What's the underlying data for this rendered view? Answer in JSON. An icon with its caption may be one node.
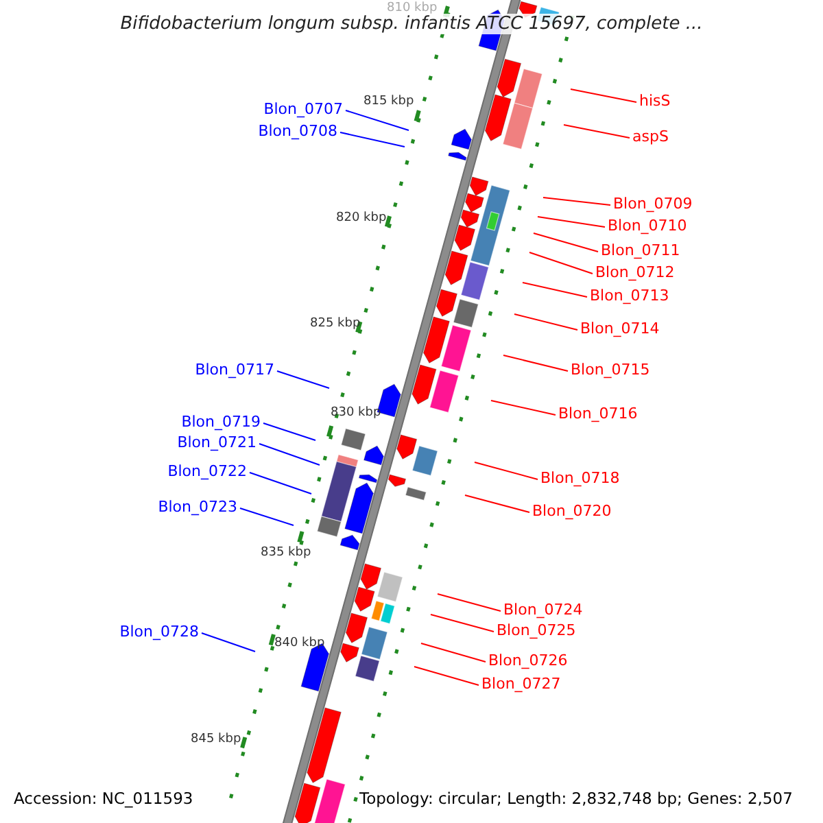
{
  "diagram": {
    "title": "Bifidobacterium longum subsp. infantis ATCC 15697, complete ...",
    "nodes": [
      {
        "text": [
          "hisS"
        ]
      },
      {
        "text": [
          "Blon_0707"
        ]
      },
      {
        "text": [
          "Blon_0708"
        ]
      },
      {
        "text": [
          "aspS"
        ]
      },
      {
        "text": [
          "Blon_0709"
        ]
      },
      {
        "text": [
          "Blon_0710"
        ]
      },
      {
        "text": [
          "Blon_0711"
        ]
      },
      {
        "text": [
          "Blon_0712"
        ]
      },
      {
        "text": [
          "Blon_0713"
        ]
      },
      {
        "text": [
          "Blon_0714"
        ]
      },
      {
        "text": [
          "Blon_0717"
        ]
      },
      {
        "text": [
          "Blon_0715"
        ]
      },
      {
        "text": [
          "Blon_0716"
        ]
      },
      {
        "text": [
          "Blon_0719"
        ]
      },
      {
        "text": [
          "Blon_0721"
        ]
      },
      {
        "text": [
          "Blon_0722"
        ]
      },
      {
        "text": [
          "Blon_0718"
        ]
      },
      {
        "text": [
          "Blon_0723"
        ]
      },
      {
        "text": [
          "Blon_0720"
        ]
      },
      {
        "text": [
          "Blon_0724"
        ]
      },
      {
        "text": [
          "Blon_0725"
        ]
      },
      {
        "text": [
          "Blon_0728"
        ]
      },
      {
        "text": [
          "Blon_0726"
        ]
      },
      {
        "text": [
          "Blon_0727"
        ]
      }
    ],
    "edges": [
      {
        "from": 0,
        "to": null,
        "arrow": "none"
      },
      {
        "from": 1,
        "to": null,
        "arrow": "none",
        "color": "#0000ff"
      },
      {
        "from": 2,
        "to": null,
        "arrow": "none",
        "color": "#0000ff"
      },
      {
        "from": 3,
        "to": null,
        "arrow": "none"
      },
      {
        "from": 4,
        "to": null,
        "arrow": "none"
      },
      {
        "from": 5,
        "to": null,
        "arrow": "none"
      },
      {
        "from": 6,
        "to": null,
        "arrow": "none"
      },
      {
        "from": 7,
        "to": null,
        "arrow": "none"
      },
      {
        "from": 8,
        "to": null,
        "arrow": "none"
      },
      {
        "from": 9,
        "to": null,
        "arrow": "none"
      },
      {
        "from": 10,
        "to": null,
        "arrow": "none",
        "color": "#0000ff"
      },
      {
        "from": 11,
        "to": null,
        "arrow": "none"
      },
      {
        "from": 12,
        "to": null,
        "arrow": "none"
      },
      {
        "from": 13,
        "to": null,
        "arrow": "none",
        "color": "#0000ff"
      },
      {
        "from": 14,
        "to": null,
        "arrow": "none",
        "color": "#0000ff"
      },
      {
        "from": 15,
        "to": null,
        "arrow": "none",
        "color": "#0000ff"
      },
      {
        "from": 16,
        "to": null,
        "arrow": "none"
      },
      {
        "from": 17,
        "to": null,
        "arrow": "none",
        "color": "#0000ff"
      },
      {
        "from": 18,
        "to": null,
        "arrow": "none"
      },
      {
        "from": 19,
        "to": null,
        "arrow": "none"
      },
      {
        "from": 20,
        "to": null,
        "arrow": "none"
      },
      {
        "from": 21,
        "to": null,
        "arrow": "none",
        "color": "#0000ff"
      },
      {
        "from": 22,
        "to": null,
        "arrow": "none"
      },
      {
        "from": 23,
        "to": null,
        "arrow": "none"
      }
    ],
    "labels": [
      "810 kbp",
      "815 kbp",
      "820 kbp",
      "825 kbp",
      "830 kbp",
      "835 kbp",
      "840 kbp",
      "845 kbp",
      "Accession: NC_011593",
      "Topology: circular; Length: 2,832,748 bp; Genes: 2,507"
    ]
  }
}
